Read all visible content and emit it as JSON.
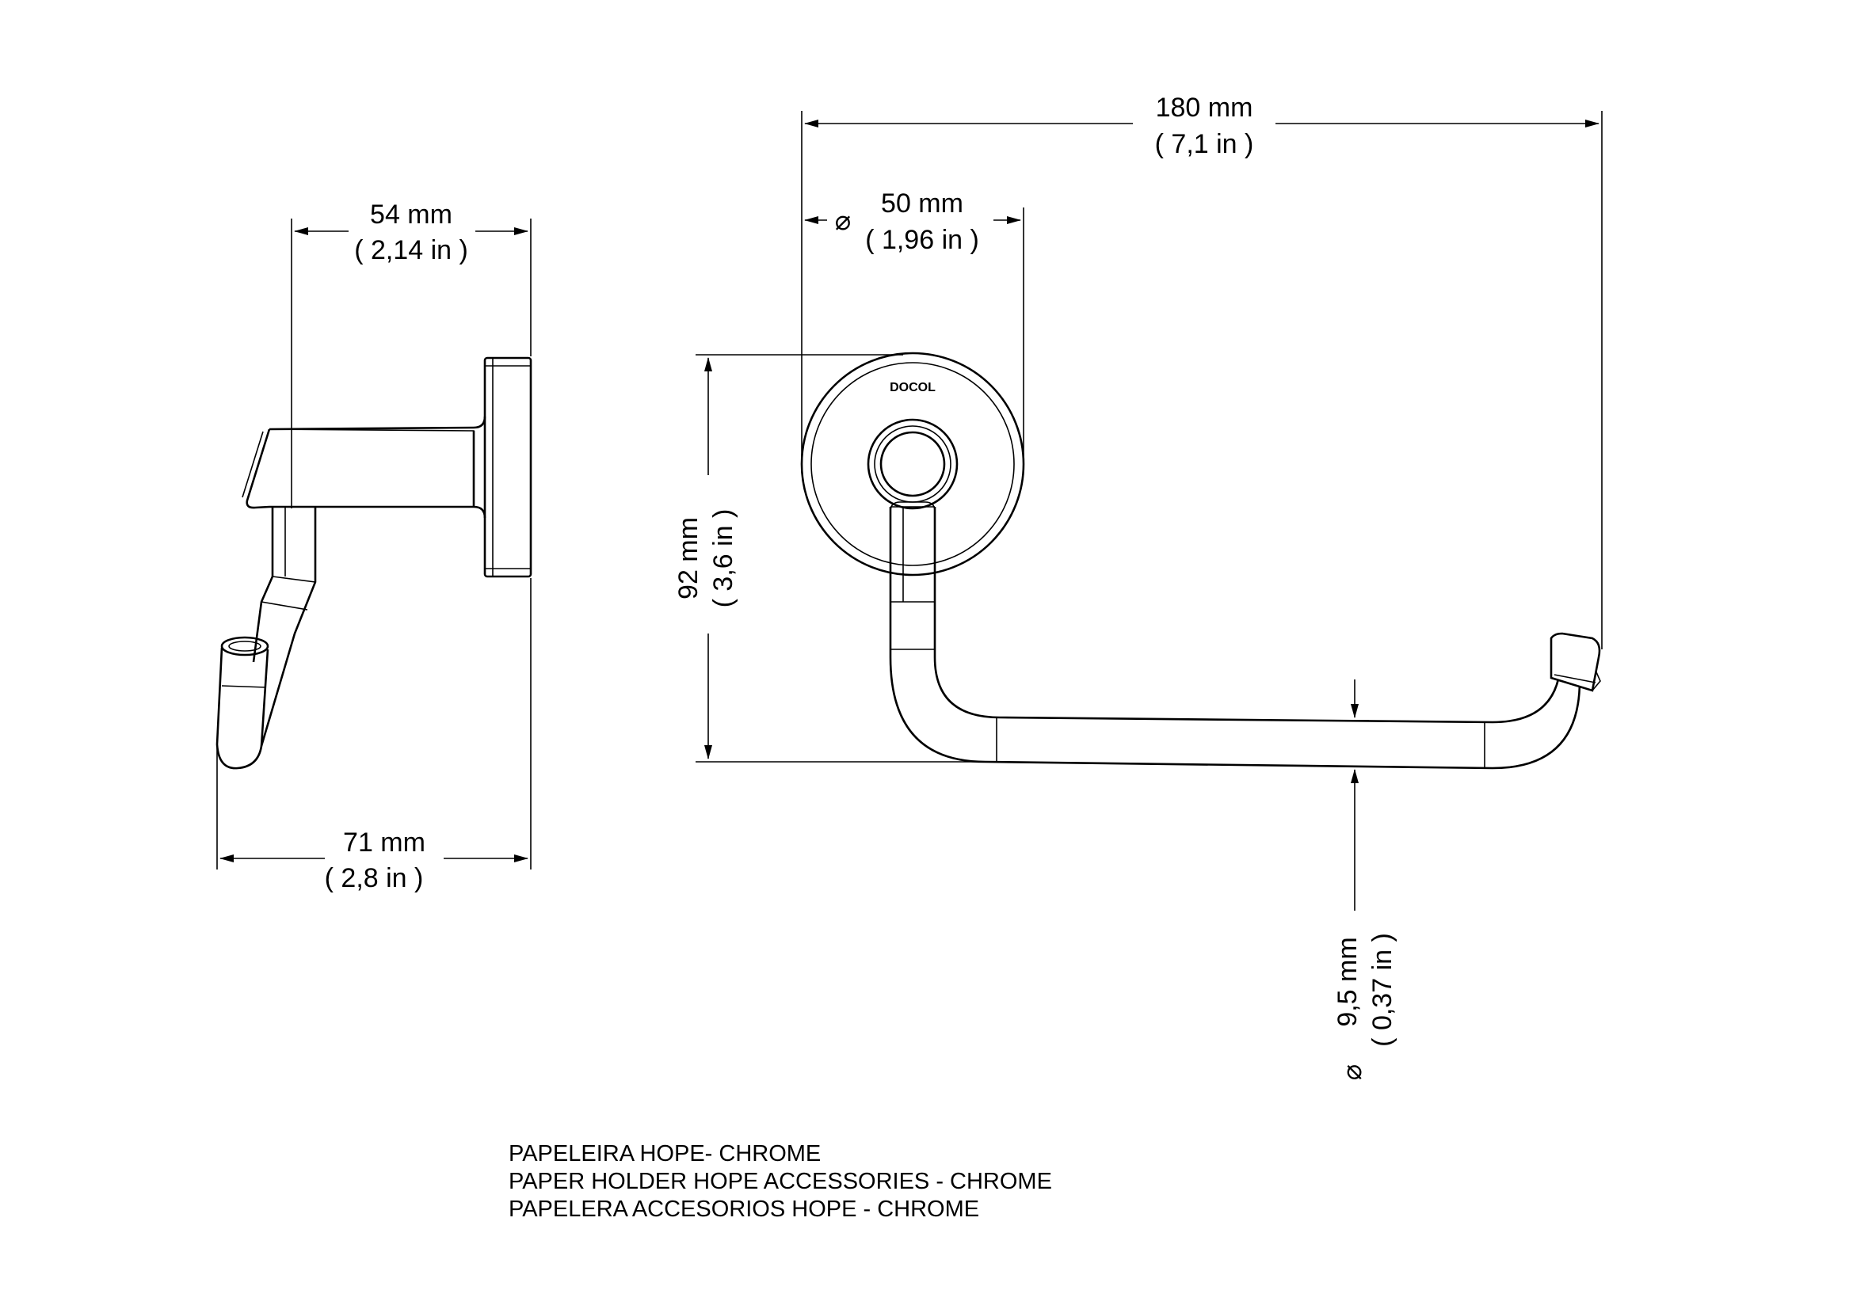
{
  "dimensions": {
    "side_depth": {
      "mm": "54 mm",
      "in": "( 2,14 in )"
    },
    "side_total": {
      "mm": "71 mm",
      "in": "( 2,8 in )"
    },
    "front_width": {
      "mm": "180 mm",
      "in": "( 7,1 in )"
    },
    "rosette_diameter": {
      "symbol": "⌀",
      "mm": "50 mm",
      "in": "( 1,96 in )"
    },
    "front_height": {
      "mm": "92 mm",
      "in": "( 3,6 in )"
    },
    "bar_diameter": {
      "symbol": "⌀",
      "mm": "9,5 mm",
      "in": "( 0,37 in )"
    }
  },
  "brand_logo": "DOCOL",
  "caption": [
    "PAPELEIRA HOPE- CHROME",
    "PAPER HOLDER HOPE ACCESSORIES - CHROME",
    "PAPELERA ACCESORIOS HOPE - CHROME"
  ]
}
